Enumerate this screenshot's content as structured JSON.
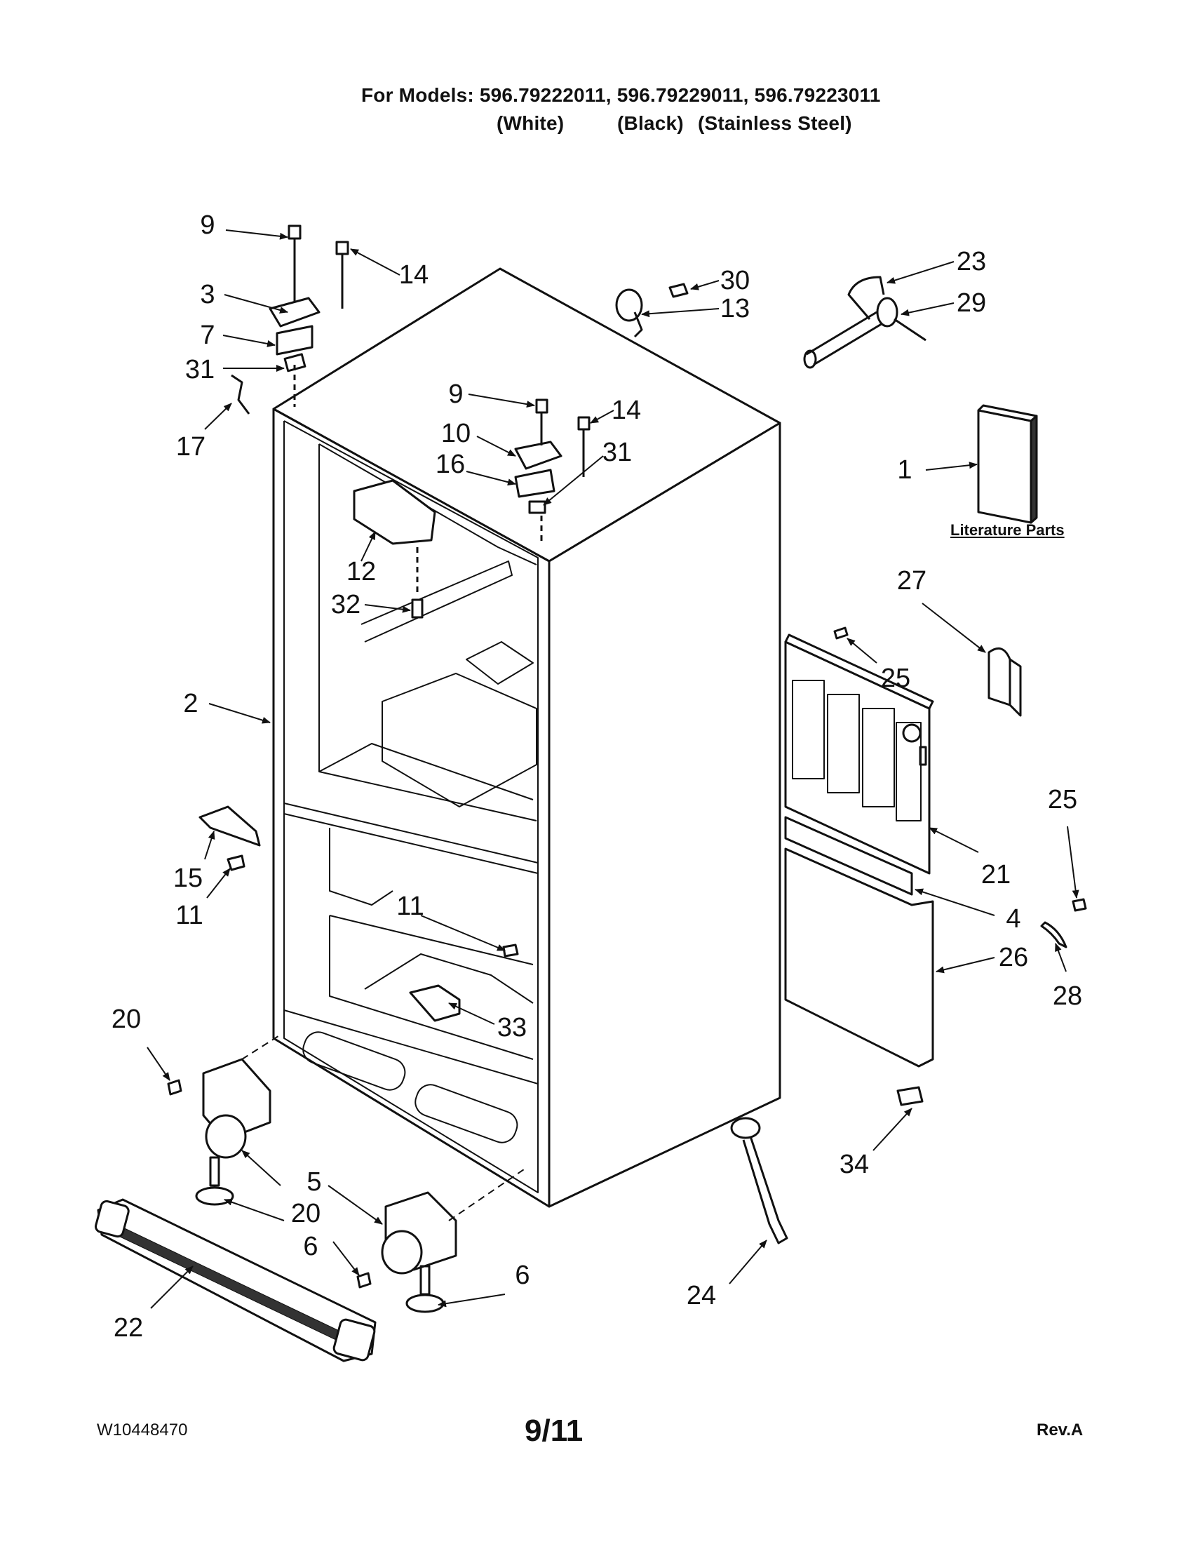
{
  "header": {
    "models_line": "For Models: 596.79222011, 596.79229011, 596.79223011",
    "variant_white": "(White)",
    "variant_black": "(Black)",
    "variant_stainless": "(Stainless Steel)"
  },
  "literature_label": "Literature Parts",
  "callouts": {
    "c1": "1",
    "c2": "2",
    "c3": "3",
    "c4": "4",
    "c5": "5",
    "c6a": "6",
    "c6b": "6",
    "c7": "7",
    "c9a": "9",
    "c9b": "9",
    "c10": "10",
    "c11a": "11",
    "c11b": "11",
    "c12": "12",
    "c13": "13",
    "c14a": "14",
    "c14b": "14",
    "c15": "15",
    "c16": "16",
    "c17": "17",
    "c20a": "20",
    "c20b": "20",
    "c21": "21",
    "c22": "22",
    "c23": "23",
    "c24": "24",
    "c25a": "25",
    "c25b": "25",
    "c26": "26",
    "c27": "27",
    "c28": "28",
    "c29": "29",
    "c30": "30",
    "c31a": "31",
    "c31b": "31",
    "c32": "32",
    "c33": "33",
    "c34": "34"
  },
  "footer": {
    "doc_number": "W10448470",
    "page": "9/11",
    "revision": "Rev.A"
  }
}
